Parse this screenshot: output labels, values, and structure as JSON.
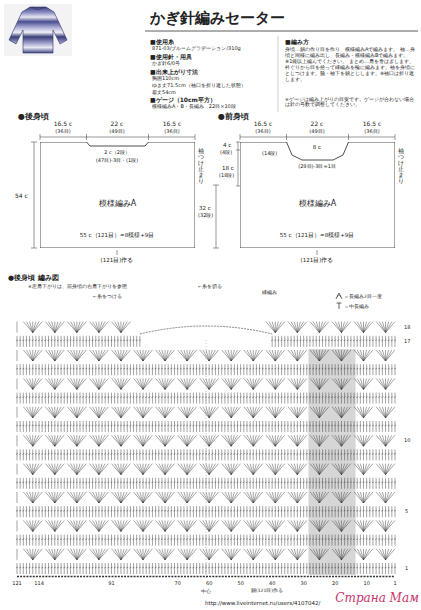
{
  "diagram": {
    "title": "かぎ針編みセーター",
    "nodes": [
      {
        "text": [
          "模様編みA"
        ]
      },
      {
        "text": [
          "模様編みA"
        ]
      }
    ],
    "labels": [
      "■使用糸",
      "871-03/ブルームグラデーション/310g",
      "■使用針・用具",
      "かぎ針6/0号",
      "■出来上がり寸法",
      "胸囲110cm",
      "ゆき丈71.5cm（袖口を折り返した状態）",
      "着丈54cm",
      "■ゲージ（10cm平方）",
      "模様編みA・B・長編み　22目×10段",
      "■編み方",
      "身頃…鎖の作り目を作り、模様編みAで編みます。 袖…身頃と同様に編み出し、長編み・模様編みBで編みます。※1袋以上編んでください。 まとめ…肩を巻はぎします。衿ぐりから目を拾って縁編みを輪に編みます。袖を身頃にとじつけます。脇・袖下を鎖とじします。※袖口は折り返します。",
      "※ゲージは編み上がりの目安です。ゲージが合わない場合は針の号数で調整してください。",
      "●後身頃",
      "●前身頃",
      "16.5 c",
      "(36目)",
      "22 c",
      "(49目)",
      "16.5 c",
      "(36目)",
      "16.5 c",
      "(36目)",
      "22 c",
      "(49目)",
      "16.5 c",
      "(36目)",
      "2 c（2段）",
      "(47目)-3目・(1段)",
      "54 c",
      "袖つけ止まり",
      "32 c",
      "(32段)",
      "55 c（121目）=8模様+9目",
      "(121目)作る",
      "4 c",
      "(4段)",
      "18 c",
      "(18段)",
      "8 c",
      "(29目)-3目=1目",
      "(14段)",
      "袖つけ止まり",
      "55 c（121目）=8模様+9目",
      "(121目)作る",
      "●後身頃 編み図",
      "※左肩下がりは、前身頃の右肩下がりを参照",
      "←糸をつける",
      "←糸を切る",
      "縁編み",
      "18",
      "17",
      "10",
      "5",
      "1",
      "121",
      "114",
      "91",
      "70",
      "60",
      "50",
      "40",
      "30",
      "20",
      "10",
      "1",
      "中心",
      "鎖(121目)作る",
      "Страна Мам",
      "http://www.liveinternet.ru/users/4107042/"
    ],
    "legend": [
      {
        "text": "＝長編み2目一度"
      },
      {
        "text": "＝中長編み"
      }
    ]
  }
}
